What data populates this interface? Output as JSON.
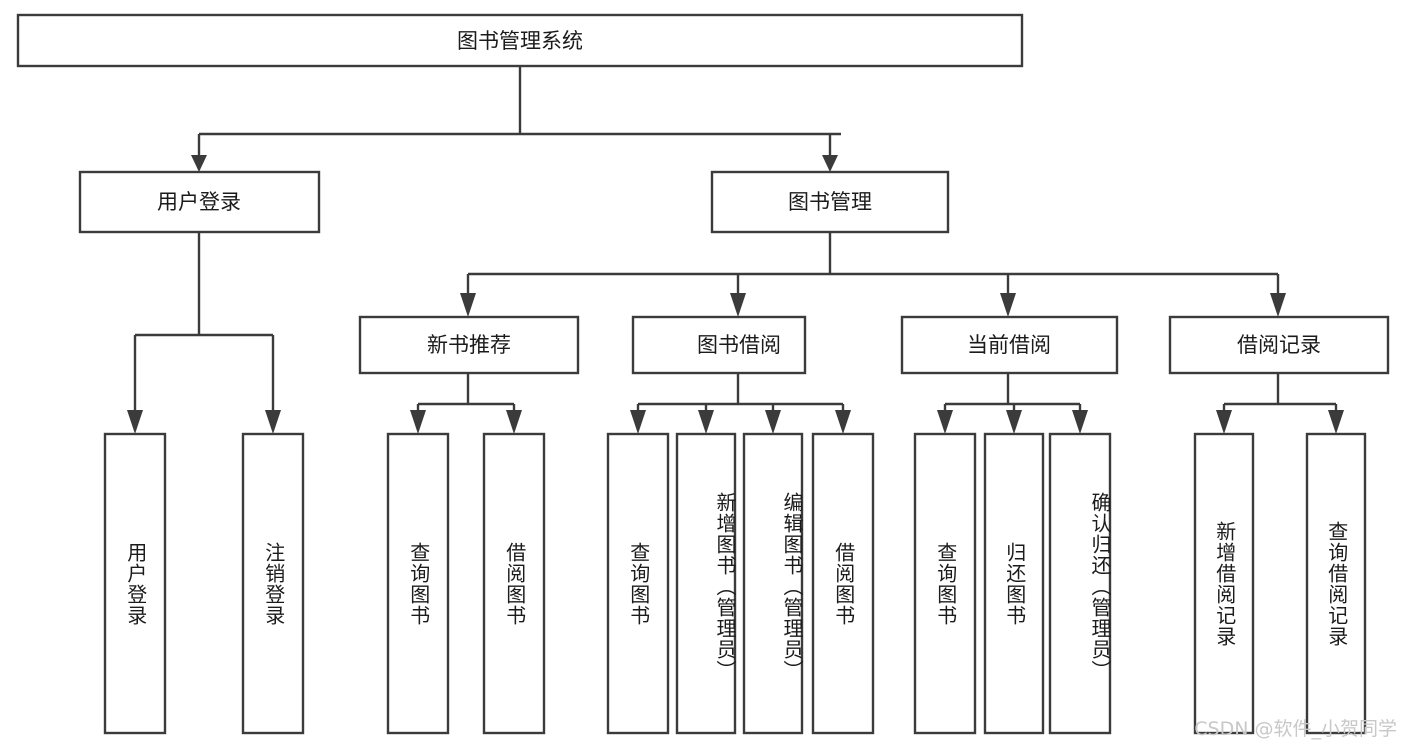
{
  "diagram": {
    "title": "图书管理系统",
    "type": "tree",
    "watermark": "CSDN @软件_小贺同学",
    "colors": {
      "box_stroke": "#3b3b3b",
      "box_fill": "#ffffff",
      "text": "#1b1b1b",
      "watermark": "#c8c8c8",
      "background": "#ffffff"
    },
    "nodes": {
      "root": {
        "label": "图书管理系统"
      },
      "level2": [
        {
          "id": "user-login",
          "label": "用户登录"
        },
        {
          "id": "book-management",
          "label": "图书管理"
        }
      ],
      "level3": [
        {
          "id": "new-book-recommend",
          "label": "新书推荐"
        },
        {
          "id": "book-borrow",
          "label": "图书借阅"
        },
        {
          "id": "current-borrow",
          "label": "当前借阅"
        },
        {
          "id": "borrow-record",
          "label": "借阅记录"
        }
      ],
      "leaves": {
        "user-login": [
          {
            "id": "leaf-user-login",
            "label": "用户登录",
            "align": "center"
          },
          {
            "id": "leaf-user-logout",
            "label": "注销登录",
            "align": "center"
          }
        ],
        "new-book-recommend": [
          {
            "id": "leaf-query-book-1",
            "label": "查询图书",
            "align": "center"
          },
          {
            "id": "leaf-borrow-book-1",
            "label": "借阅图书",
            "align": "center"
          }
        ],
        "book-borrow": [
          {
            "id": "leaf-query-book-2",
            "label": "查询图书",
            "align": "center"
          },
          {
            "id": "leaf-add-book",
            "label": "新增图书（管理员）",
            "align": "top"
          },
          {
            "id": "leaf-edit-book",
            "label": "编辑图书（管理员）",
            "align": "top"
          },
          {
            "id": "leaf-borrow-book-2",
            "label": "借阅图书",
            "align": "center"
          }
        ],
        "current-borrow": [
          {
            "id": "leaf-query-book-3",
            "label": "查询图书",
            "align": "center"
          },
          {
            "id": "leaf-return-book",
            "label": "归还图书",
            "align": "center"
          },
          {
            "id": "leaf-confirm-return",
            "label": "确认归还（管理员）",
            "align": "top"
          }
        ],
        "borrow-record": [
          {
            "id": "leaf-add-record",
            "label": "新增借阅记录",
            "align": "center"
          },
          {
            "id": "leaf-query-record",
            "label": "查询借阅记录",
            "align": "center"
          }
        ]
      }
    }
  }
}
